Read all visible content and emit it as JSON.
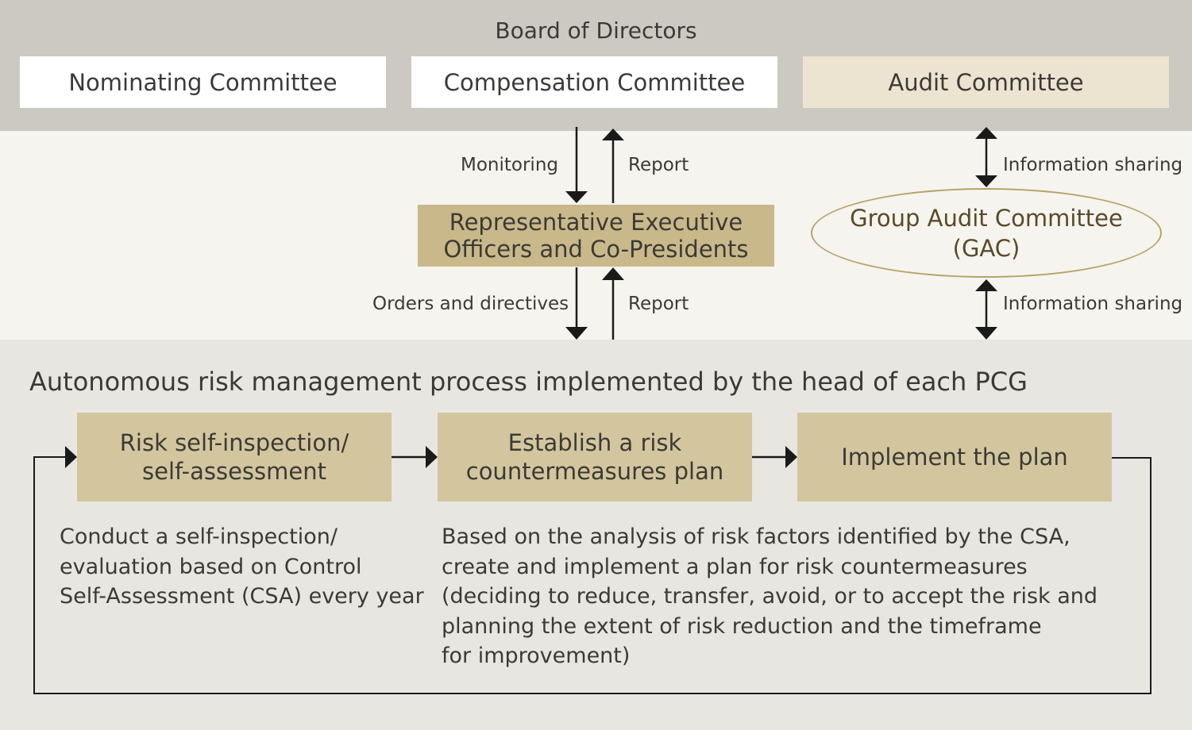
{
  "board": {
    "title": "Board of Directors",
    "committees": {
      "nominating": "Nominating Committee",
      "compensation": "Compensation Committee",
      "audit": "Audit Committee"
    }
  },
  "executives": {
    "line1": "Representative Executive",
    "line2": "Officers and Co-Presidents"
  },
  "gac": {
    "line1": "Group Audit Committee",
    "line2": "(GAC)"
  },
  "flows": {
    "monitoring": "Monitoring",
    "report_upper": "Report",
    "orders": "Orders and directives",
    "report_lower": "Report",
    "info_upper": "Information sharing",
    "info_lower": "Information sharing"
  },
  "process": {
    "title": "Autonomous risk management process implemented by the head of each PCG",
    "steps": [
      {
        "line1": "Risk self-inspection/",
        "line2": "self-assessment"
      },
      {
        "line1": "Establish a risk",
        "line2": "countermeasures plan"
      },
      {
        "line1": "Implement the plan"
      }
    ],
    "desc1": [
      "Conduct a self-inspection/",
      "evaluation based on Control",
      "Self-Assessment (CSA) every year"
    ],
    "desc2": [
      "Based on the analysis of risk factors identified by the CSA,",
      "create and implement a plan for risk countermeasures",
      "(deciding to reduce, transfer, avoid, or to accept the risk and",
      "planning the extent of risk reduction and the timeframe",
      "for improvement)"
    ]
  },
  "colors": {
    "board_band": "#ccc9c3",
    "middle_band": "#f6f4ee",
    "process_band": "#e8e6e1",
    "executive_box": "#c9b98a",
    "step_box": "#d3c69e",
    "audit_box": "#ece4d0",
    "gac_outline": "#b6a46a"
  }
}
